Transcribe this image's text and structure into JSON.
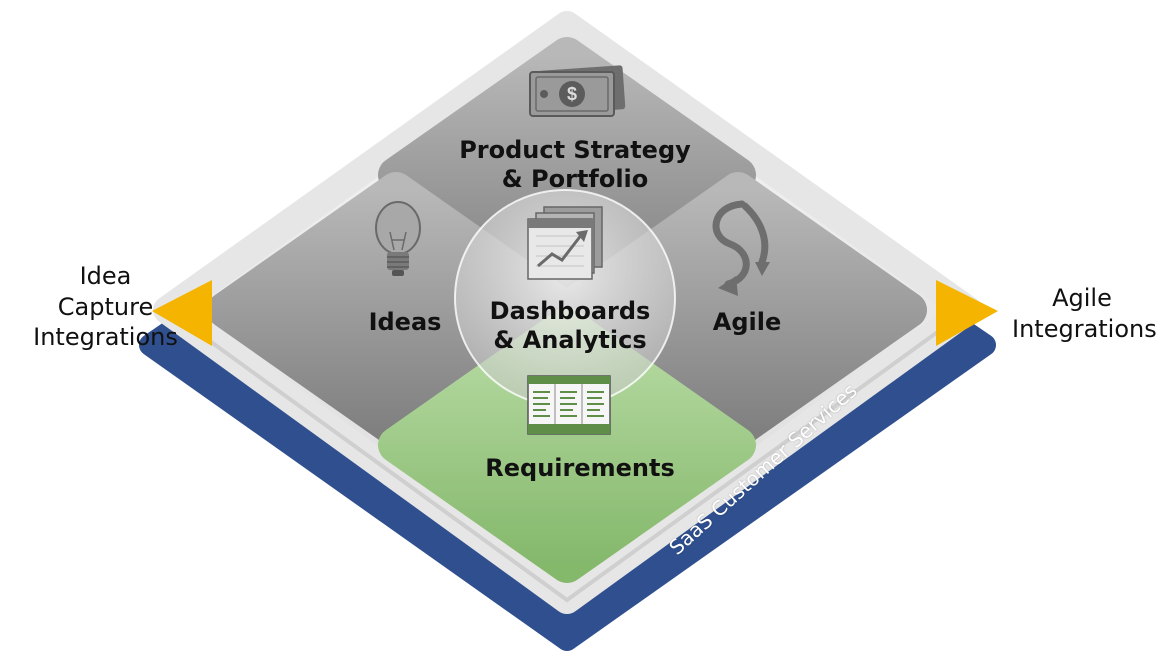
{
  "diagram": {
    "platform_label": "SaaS Customer Services",
    "left_arrow": {
      "lines": [
        "Idea",
        "Capture",
        "Integrations"
      ]
    },
    "right_arrow": {
      "lines": [
        "Agile",
        "Integrations"
      ]
    },
    "tiles": {
      "product_strategy": {
        "lines": [
          "Product Strategy",
          "& Portfolio"
        ],
        "icon": "money-icon"
      },
      "ideas": {
        "lines": [
          "Ideas"
        ],
        "icon": "lightbulb-icon"
      },
      "agile": {
        "lines": [
          "Agile"
        ],
        "icon": "agile-loop-icon"
      },
      "dashboards": {
        "lines": [
          "Dashboards",
          "& Analytics"
        ],
        "icon": "dashboard-chart-icon"
      },
      "requirements": {
        "lines": [
          "Requirements"
        ],
        "icon": "requirements-table-icon"
      }
    }
  },
  "colors": {
    "arrow": "#f4b400",
    "platform": "#eeeeee",
    "platform_shadow": "#3a5b9c",
    "tile_gray": "#9a9a9a",
    "tile_green": "#95c47e"
  }
}
